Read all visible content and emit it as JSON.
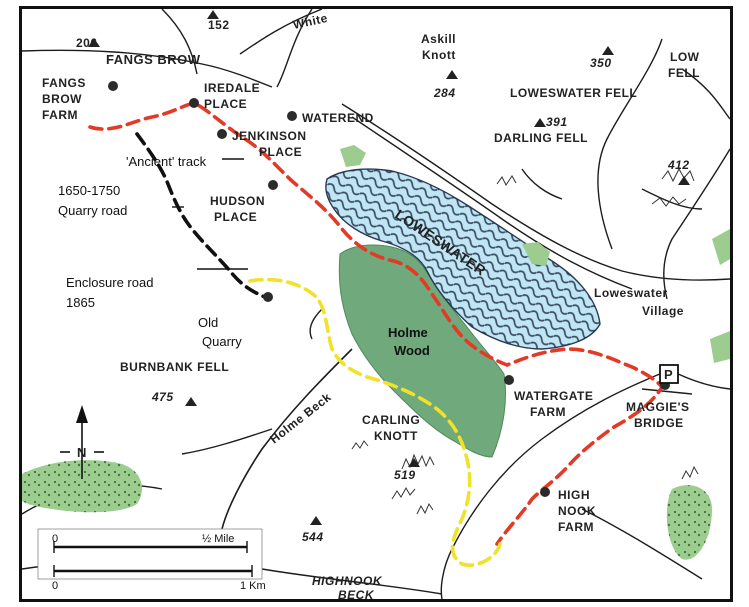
{
  "places": {
    "fangs_brow": "FANGS BROW",
    "fangs_brow_farm_1": "FANGS",
    "fangs_brow_farm_2": "BROW",
    "fangs_brow_farm_3": "FARM",
    "iredale_place_1": "IREDALE",
    "iredale_place_2": "PLACE",
    "waterend": "WATEREND",
    "jenkinson_place_1": "JENKINSON",
    "jenkinson_place_2": "PLACE",
    "hudson_place_1": "HUDSON",
    "hudson_place_2": "PLACE",
    "askill_knott_1": "Askill",
    "askill_knott_2": "Knott",
    "low_fell_1": "LOW",
    "low_fell_2": "FELL",
    "loweswater_fell": "LOWESWATER FELL",
    "darling_fell": "DARLING FELL",
    "loweswater_lake": "LOWESWATER",
    "loweswater_village_1": "Loweswater",
    "loweswater_village_2": "Village",
    "burnbank_fell": "BURNBANK FELL",
    "holme_wood_1": "Holme",
    "holme_wood_2": "Wood",
    "holme_beck": "Holme Beck",
    "watergate_farm_1": "WATERGATE",
    "watergate_farm_2": "FARM",
    "maggies_bridge_1": "MAGGIE'S",
    "maggies_bridge_2": "BRIDGE",
    "carling_knott_1": "CARLING",
    "carling_knott_2": "KNOTT",
    "high_nook_farm_1": "HIGH",
    "high_nook_farm_2": "NOOK",
    "high_nook_farm_3": "FARM",
    "highnook_beck_1": "HIGHNOOK",
    "highnook_beck_2": "BECK",
    "whiteside_road": "White",
    "old_quarry_1": "Old",
    "old_quarry_2": "Quarry"
  },
  "heights": {
    "h152": "152",
    "h206": "206",
    "h284": "284",
    "h350": "350",
    "h391": "391",
    "h412": "412",
    "h475": "475",
    "h519": "519",
    "h544": "544"
  },
  "annotations": {
    "ancient_track": "'Ancient' track",
    "quarry_road_1": "1650-1750",
    "quarry_road_2": "Quarry road",
    "enclosure_road_1": "Enclosure road",
    "enclosure_road_2": "1865"
  },
  "parking_symbol": "P",
  "north_label": "N",
  "scale": {
    "zero_top": "0",
    "half_mile": "½ Mile",
    "zero_bottom": "0",
    "one_km": "1 Km"
  },
  "colors": {
    "lake": "#bfe6f2",
    "lake_waves": "#25324f",
    "wood": "#6fa97c",
    "woodland_patch": "#9ccc8e",
    "route_red": "#e23a26",
    "route_yellow": "#f0e12a",
    "route_black": "#111111"
  }
}
